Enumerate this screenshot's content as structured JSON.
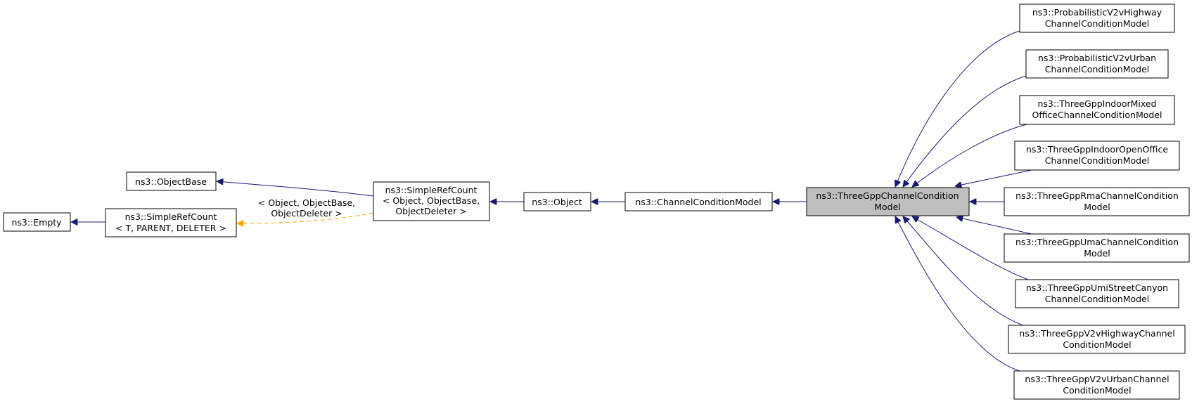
{
  "diagram": {
    "colors": {
      "inheritance_edge": "#191970",
      "template_edge": "#ffa500",
      "current_node_fill": "#bfbfbf"
    },
    "nodes": {
      "empty": {
        "lines": [
          "ns3::Empty"
        ]
      },
      "simple_ref_count_t": {
        "lines": [
          "ns3::SimpleRefCount",
          "< T, PARENT, DELETER >"
        ]
      },
      "object_base": {
        "lines": [
          "ns3::ObjectBase"
        ]
      },
      "simple_ref_count_object": {
        "lines": [
          "ns3::SimpleRefCount",
          "< Object, ObjectBase,",
          "ObjectDeleter >"
        ]
      },
      "object": {
        "lines": [
          "ns3::Object"
        ]
      },
      "channel_condition_model": {
        "lines": [
          "ns3::ChannelConditionModel"
        ]
      },
      "three_gpp_channel_condition_model": {
        "lines": [
          "ns3::ThreeGppChannelCondition",
          "Model"
        ]
      },
      "prob_v2v_highway": {
        "lines": [
          "ns3::ProbabilisticV2vHighway",
          "ChannelConditionModel"
        ]
      },
      "prob_v2v_urban": {
        "lines": [
          "ns3::ProbabilisticV2vUrban",
          "ChannelConditionModel"
        ]
      },
      "indoor_mixed_office": {
        "lines": [
          "ns3::ThreeGppIndoorMixed",
          "OfficeChannelConditionModel"
        ]
      },
      "indoor_open_office": {
        "lines": [
          "ns3::ThreeGppIndoorOpenOffice",
          "ChannelConditionModel"
        ]
      },
      "rma": {
        "lines": [
          "ns3::ThreeGppRmaChannelCondition",
          "Model"
        ]
      },
      "uma": {
        "lines": [
          "ns3::ThreeGppUmaChannelCondition",
          "Model"
        ]
      },
      "umi_street_canyon": {
        "lines": [
          "ns3::ThreeGppUmiStreetCanyon",
          "ChannelConditionModel"
        ]
      },
      "v2v_highway": {
        "lines": [
          "ns3::ThreeGppV2vHighwayChannel",
          "ConditionModel"
        ]
      },
      "v2v_urban": {
        "lines": [
          "ns3::ThreeGppV2vUrbanChannel",
          "ConditionModel"
        ]
      }
    },
    "template_edge_label": [
      "< Object, ObjectBase,",
      "ObjectDeleter >"
    ]
  }
}
